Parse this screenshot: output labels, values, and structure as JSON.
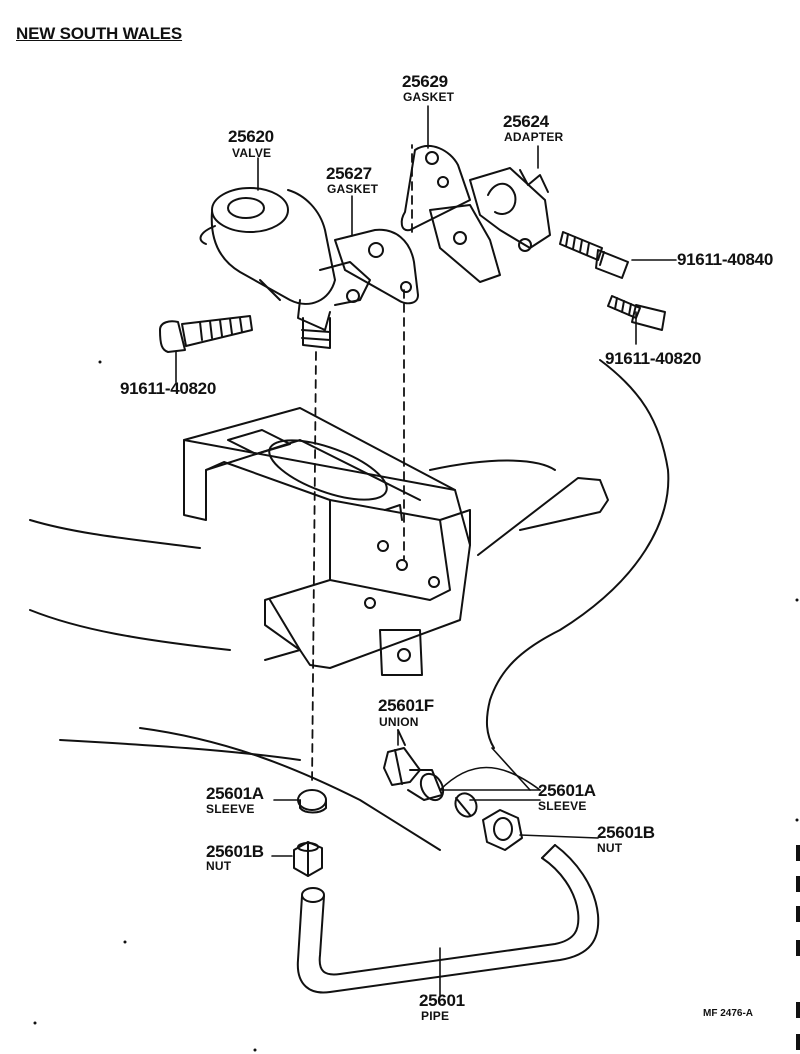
{
  "title": "NEW SOUTH WALES",
  "drawing_code": "MF 2476-A",
  "parts": [
    {
      "number": "25620",
      "name": "VALVE"
    },
    {
      "number": "25627",
      "name": "GASKET"
    },
    {
      "number": "25629",
      "name": "GASKET"
    },
    {
      "number": "25624",
      "name": "ADAPTER"
    },
    {
      "number": "91611-40840",
      "name": ""
    },
    {
      "number": "91611-40820",
      "name": ""
    },
    {
      "number": "91611-40820",
      "name": ""
    },
    {
      "number": "25601F",
      "name": "UNION"
    },
    {
      "number": "25601A",
      "name": "SLEEVE"
    },
    {
      "number": "25601A",
      "name": "SLEEVE"
    },
    {
      "number": "25601B",
      "name": "NUT"
    },
    {
      "number": "25601B",
      "name": "NUT"
    },
    {
      "number": "25601",
      "name": "PIPE"
    }
  ]
}
